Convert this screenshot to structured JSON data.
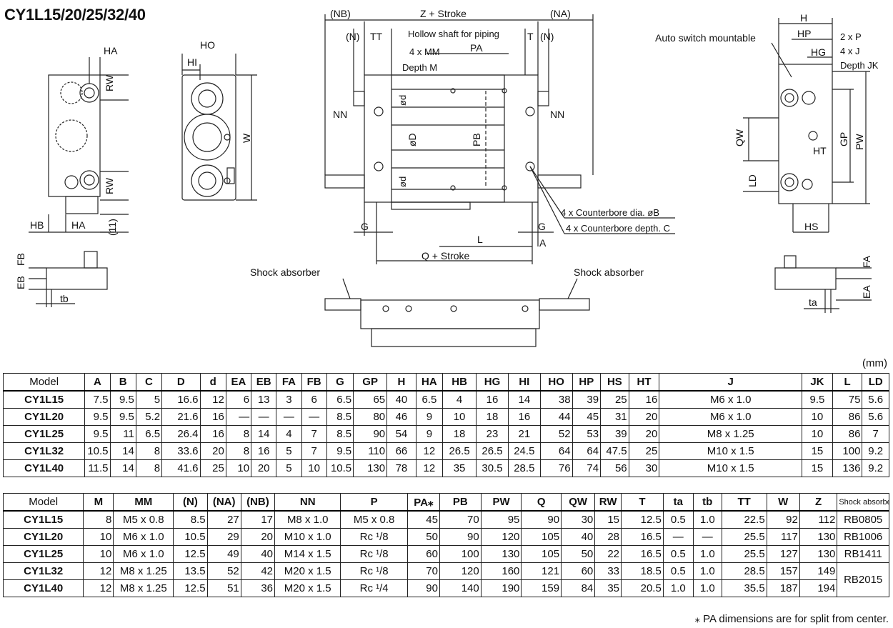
{
  "title": "CY1L15/20/25/32/40",
  "unit": "(mm)",
  "note": "⁎ PA dimensions are for split from center.",
  "drawing_labels": {
    "nb": "(NB)",
    "z_stroke": "Z + Stroke",
    "na": "(NA)",
    "n_left": "(N)",
    "tt": "TT",
    "hollow": "Hollow shaft for piping",
    "t": "T",
    "n_right": "(N)",
    "mm": "4 x MM",
    "pa": "PA",
    "depth_m": "Depth M",
    "nn_left": "NN",
    "nn_right": "NN",
    "od": "ød",
    "oD": "øD",
    "pb": "PB",
    "g_left": "G",
    "g_right": "G",
    "l": "L",
    "a": "A",
    "q_stroke": "Q + Stroke",
    "cb_dia": "4 x Counterbore dia. øB",
    "cb_depth": "4 x Counterbore depth. C",
    "shock_l": "Shock absorber",
    "shock_r": "Shock absorber",
    "ha_top": "HA",
    "rw_top": "RW",
    "rw_bot": "RW",
    "hb": "HB",
    "ha_bot": "HA",
    "eleven": "(11)",
    "ho": "HO",
    "hi": "HI",
    "w": "W",
    "fb": "FB",
    "eb": "EB",
    "tb": "tb",
    "auto_switch": "Auto switch mountable",
    "h": "H",
    "hp": "HP",
    "two_p": "2 x P",
    "hg": "HG",
    "four_j": "4 x J",
    "depth_jk": "Depth JK",
    "qw": "QW",
    "ht": "HT",
    "gp": "GP",
    "pw": "PW",
    "ld": "LD",
    "hs": "HS",
    "fa": "FA",
    "ea": "EA",
    "ta": "ta"
  },
  "table1": {
    "headers": [
      "Model",
      "A",
      "B",
      "C",
      "D",
      "d",
      "EA",
      "EB",
      "FA",
      "FB",
      "G",
      "GP",
      "H",
      "HA",
      "HB",
      "HG",
      "HI",
      "HO",
      "HP",
      "HS",
      "HT",
      "J",
      "JK",
      "L",
      "LD"
    ],
    "rows": [
      [
        "CY1L15",
        "7.5",
        "9.5",
        "5",
        "16.6",
        "12",
        "6",
        "13",
        "3",
        "6",
        "6.5",
        "65",
        "40",
        "6.5",
        "4",
        "16",
        "14",
        "38",
        "39",
        "25",
        "16",
        "M6 x 1.0",
        "9.5",
        "75",
        "5.6"
      ],
      [
        "CY1L20",
        "9.5",
        "9.5",
        "5.2",
        "21.6",
        "16",
        "—",
        "—",
        "—",
        "—",
        "8.5",
        "80",
        "46",
        "9",
        "10",
        "18",
        "16",
        "44",
        "45",
        "31",
        "20",
        "M6 x 1.0",
        "10",
        "86",
        "5.6"
      ],
      [
        "CY1L25",
        "9.5",
        "11",
        "6.5",
        "26.4",
        "16",
        "8",
        "14",
        "4",
        "7",
        "8.5",
        "90",
        "54",
        "9",
        "18",
        "23",
        "21",
        "52",
        "53",
        "39",
        "20",
        "M8 x 1.25",
        "10",
        "86",
        "7"
      ],
      [
        "CY1L32",
        "10.5",
        "14",
        "8",
        "33.6",
        "20",
        "8",
        "16",
        "5",
        "7",
        "9.5",
        "110",
        "66",
        "12",
        "26.5",
        "26.5",
        "24.5",
        "64",
        "64",
        "47.5",
        "25",
        "M10 x 1.5",
        "15",
        "100",
        "9.2"
      ],
      [
        "CY1L40",
        "11.5",
        "14",
        "8",
        "41.6",
        "25",
        "10",
        "20",
        "5",
        "10",
        "10.5",
        "130",
        "78",
        "12",
        "35",
        "30.5",
        "28.5",
        "76",
        "74",
        "56",
        "30",
        "M10 x 1.5",
        "15",
        "136",
        "9.2"
      ]
    ]
  },
  "table2": {
    "headers": [
      "Model",
      "M",
      "MM",
      "(N)",
      "(NA)",
      "(NB)",
      "NN",
      "P",
      "PA⁎",
      "PB",
      "PW",
      "Q",
      "QW",
      "RW",
      "T",
      "ta",
      "tb",
      "TT",
      "W",
      "Z",
      "Shock absorber"
    ],
    "rows": [
      [
        "CY1L15",
        "8",
        "M5 x 0.8",
        "8.5",
        "27",
        "17",
        "M8 x 1.0",
        "M5 x 0.8",
        "45",
        "70",
        "95",
        "90",
        "30",
        "15",
        "12.5",
        "0.5",
        "1.0",
        "22.5",
        "92",
        "112",
        "RB0805"
      ],
      [
        "CY1L20",
        "10",
        "M6 x 1.0",
        "10.5",
        "29",
        "20",
        "M10 x 1.0",
        "Rc ¹/8",
        "50",
        "90",
        "120",
        "105",
        "40",
        "28",
        "16.5",
        "—",
        "—",
        "25.5",
        "117",
        "130",
        "RB1006"
      ],
      [
        "CY1L25",
        "10",
        "M6 x 1.0",
        "12.5",
        "49",
        "40",
        "M14 x 1.5",
        "Rc ¹/8",
        "60",
        "100",
        "130",
        "105",
        "50",
        "22",
        "16.5",
        "0.5",
        "1.0",
        "25.5",
        "127",
        "130",
        "RB1411"
      ],
      [
        "CY1L32",
        "12",
        "M8 x 1.25",
        "13.5",
        "52",
        "42",
        "M20 x 1.5",
        "Rc ¹/8",
        "70",
        "120",
        "160",
        "121",
        "60",
        "33",
        "18.5",
        "0.5",
        "1.0",
        "28.5",
        "157",
        "149",
        "RB2015"
      ],
      [
        "CY1L40",
        "12",
        "M8 x 1.25",
        "12.5",
        "51",
        "36",
        "M20 x 1.5",
        "Rc ¹/4",
        "90",
        "140",
        "190",
        "159",
        "84",
        "35",
        "20.5",
        "1.0",
        "1.0",
        "35.5",
        "187",
        "194",
        ""
      ]
    ]
  }
}
